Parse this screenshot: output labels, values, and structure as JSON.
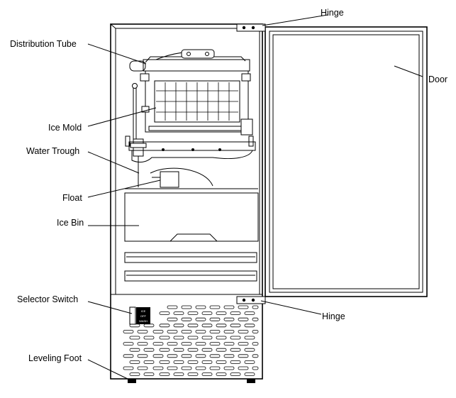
{
  "labels": {
    "hinge_top": "Hinge",
    "distribution_tube": "Distribution Tube",
    "door": "Door",
    "ice_mold": "Ice Mold",
    "water_trough": "Water Trough",
    "float": "Float",
    "ice_bin": "Ice Bin",
    "selector_switch": "Selector Switch",
    "hinge_bottom": "Hinge",
    "leveling_foot": "Leveling Foot"
  },
  "switch_positions": [
    "ICE",
    "OFF",
    "WASH"
  ],
  "colors": {
    "line": "#000000",
    "background": "#ffffff"
  }
}
